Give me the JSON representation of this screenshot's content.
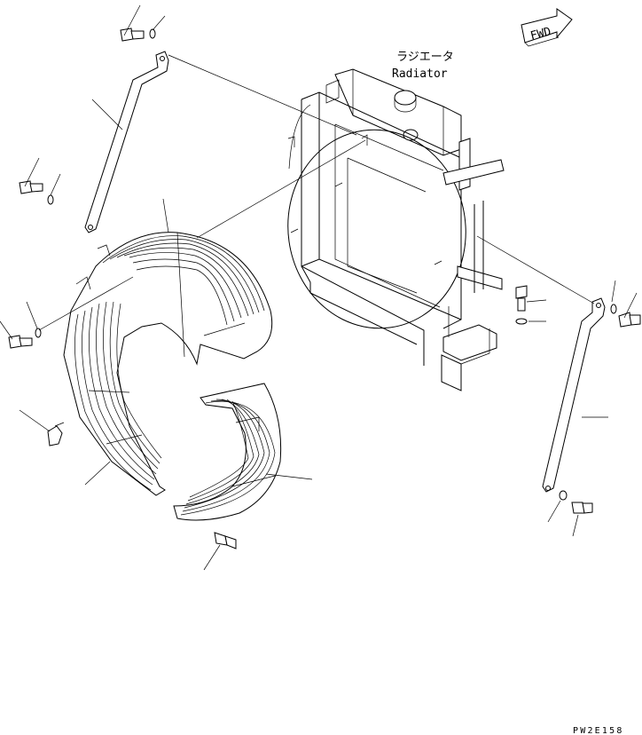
{
  "diagram": {
    "labels": {
      "radiator_jp": "ラジエータ",
      "radiator_en": "Radiator",
      "fwd": "FWD",
      "drawing_code": "PW2E158"
    },
    "parts": [
      {
        "name": "radiator"
      },
      {
        "name": "upper-left-stay"
      },
      {
        "name": "right-stay"
      },
      {
        "name": "fan-guard-left"
      },
      {
        "name": "fan-guard-right"
      },
      {
        "name": "bolt"
      },
      {
        "name": "washer"
      }
    ],
    "colors": {
      "line": "#000000",
      "background": "#ffffff"
    }
  }
}
